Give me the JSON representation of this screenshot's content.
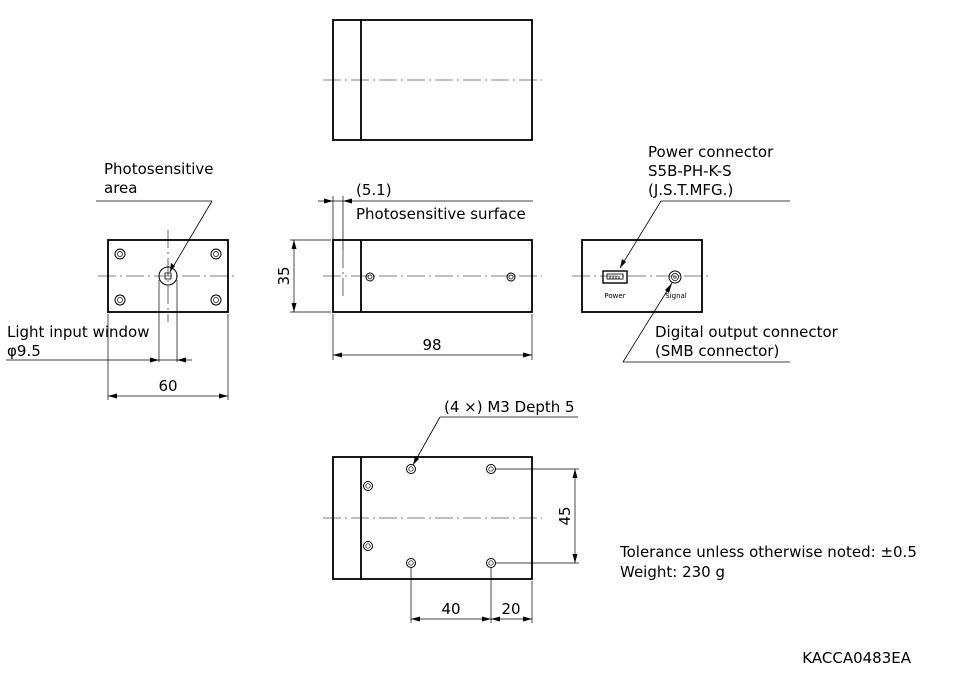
{
  "labels": {
    "photosensitive_area_line1": "Photosensitive",
    "photosensitive_area_line2": "area",
    "dim_offset": "(5.1)",
    "photosensitive_surface": "Photosensitive surface",
    "light_input_line1": "Light input window",
    "light_input_line2": "φ9.5",
    "power_connector_line1": "Power connector",
    "power_connector_line2": "S5B-PH-K-S",
    "power_connector_line3": "(J.S.T.MFG.)",
    "digital_output_line1": "Digital output connector",
    "digital_output_line2": "(SMB connector)",
    "power_port": "Power",
    "signal_port": "Signal",
    "mount_holes": "(4 ×) M3 Depth 5",
    "tolerance": "Tolerance unless otherwise noted: ±0.5",
    "weight": "Weight: 230 g",
    "drawing_code": "KACCA0483EA"
  },
  "dimensions": {
    "front_width": "60",
    "side_height": "35",
    "side_length": "98",
    "bottom_height": "45",
    "bottom_hole_spacing": "40",
    "bottom_hole_offset": "20"
  }
}
